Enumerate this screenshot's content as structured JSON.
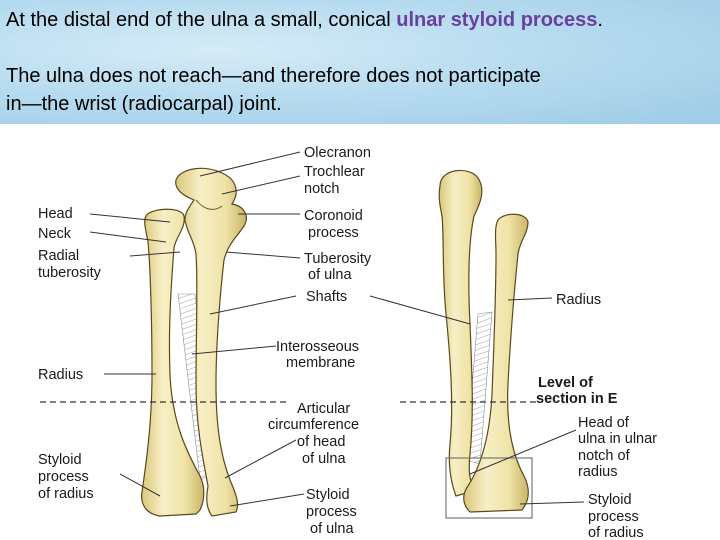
{
  "text": {
    "line1_pre": "At the distal end of the ulna a small, conical ",
    "line1_accent": "ulnar styloid process",
    "line1_post": ".",
    "line2": "The ulna does not reach—and therefore does not participate",
    "line3": "in—the wrist (radiocarpal) joint."
  },
  "colors": {
    "accent": "#6b3fa0",
    "header_bg": "#b8dcf0",
    "bone": "#f1e7b0",
    "bone_shade": "#d9c77a"
  },
  "figure": {
    "labels": {
      "olecranon": "Olecranon",
      "trochlear_1": "Trochlear",
      "trochlear_2": "notch",
      "coronoid_1": "Coronoid",
      "coronoid_2": "process",
      "tuberosity_ulna_1": "Tuberosity",
      "tuberosity_ulna_2": "of ulna",
      "shafts": "Shafts",
      "interosseous_1": "Interosseous",
      "interosseous_2": "membrane",
      "articular_1": "Articular",
      "articular_2": "circumference",
      "articular_3": "of head",
      "articular_4": "of ulna",
      "styloid_ulna_1": "Styloid",
      "styloid_ulna_2": "process",
      "styloid_ulna_3": "of ulna",
      "head": "Head",
      "neck": "Neck",
      "radial_tub_1": "Radial",
      "radial_tub_2": "tuberosity",
      "radius_left": "Radius",
      "styloid_radius_l1": "Styloid",
      "styloid_radius_l2": "process",
      "styloid_radius_l3": "of radius",
      "radius_right": "Radius",
      "level_1": "Level of",
      "level_2": "section in E",
      "head_ulna_1": "Head of",
      "head_ulna_2": "ulna in ulnar",
      "head_ulna_3": "notch of",
      "head_ulna_4": "radius",
      "styloid_radius_r1": "Styloid",
      "styloid_radius_r2": "process",
      "styloid_radius_r3": "of radius"
    }
  }
}
